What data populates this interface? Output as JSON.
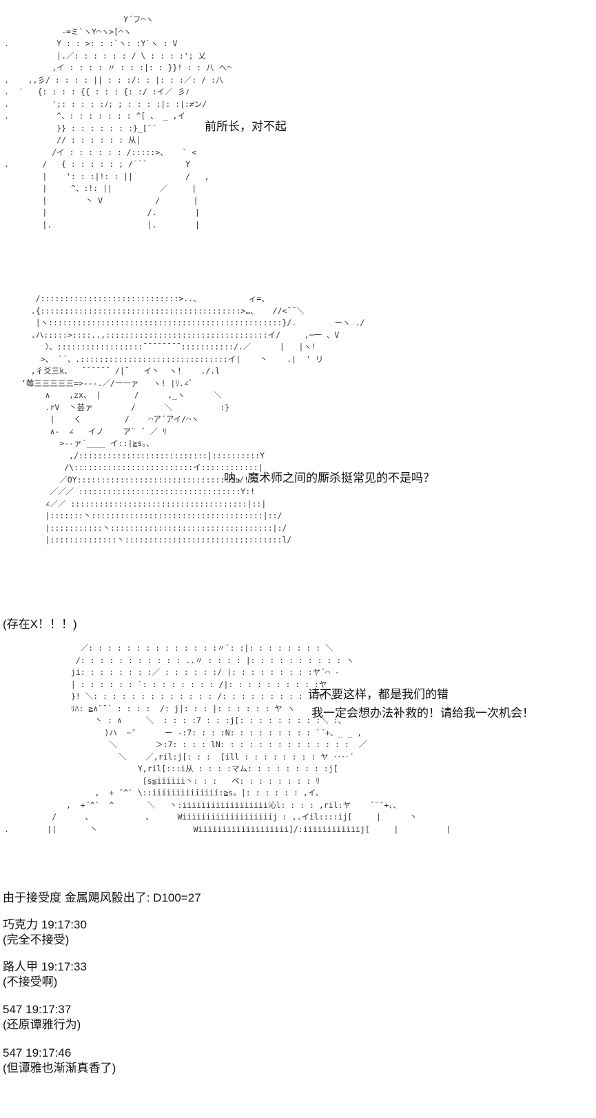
{
  "panel1": {
    "speech": "前所长，对不起"
  },
  "panel2": {
    "speech": "呐，魔术师之间的厮杀挺常见的不是吗？",
    "aside": "(存在X！！！)"
  },
  "panel3": {
    "speech_line1": "请不要这样，都是我们的错",
    "speech_line2": "我一定会想办法补救的！请给我一次机会！"
  },
  "roll_result": "由于接受度 金属飓风骰出了: D100=27",
  "comments": [
    {
      "user": "巧克力",
      "time": "19:17:30",
      "text": "(完全不接受)"
    },
    {
      "user": "路人甲",
      "time": "19:17:33",
      "text": "(不接受啊)"
    },
    {
      "user": "547",
      "time": "19:17:37",
      "text": "(还原谭雅行为)"
    },
    {
      "user": "547",
      "time": "19:17:46",
      "text": "(但谭雅也渐渐真香了)"
    }
  ]
}
